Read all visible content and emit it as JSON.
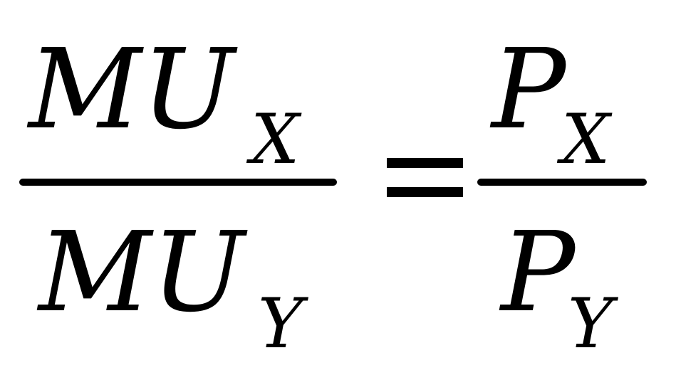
{
  "equation": {
    "left": {
      "numerator": {
        "base": "MU",
        "subscript": "X"
      },
      "denominator": {
        "base": "MU",
        "subscript": "Y"
      }
    },
    "operator": "=",
    "right": {
      "numerator": {
        "base": "P",
        "subscript": "X"
      },
      "denominator": {
        "base": "P",
        "subscript": "Y"
      }
    }
  }
}
